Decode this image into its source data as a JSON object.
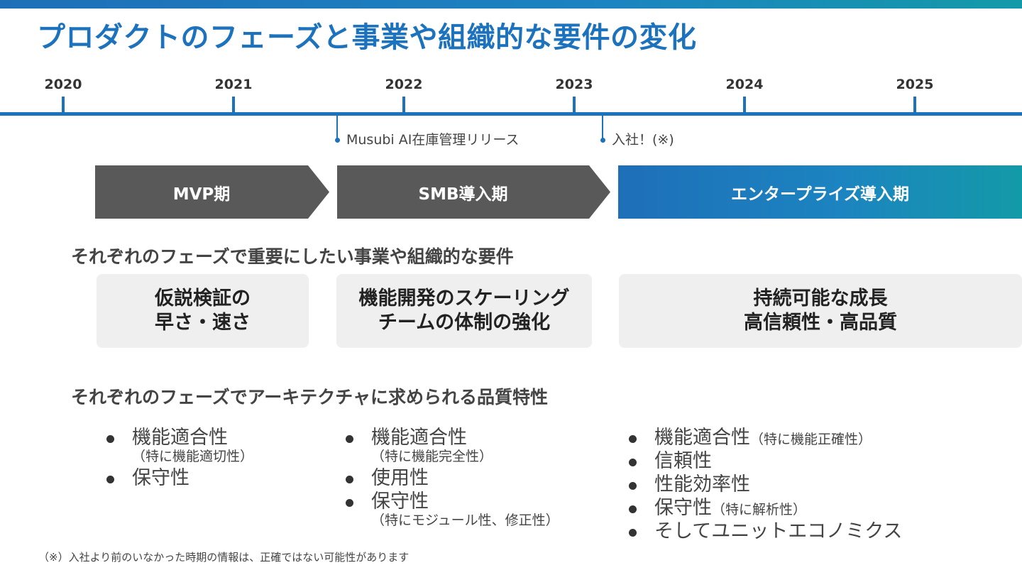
{
  "title": "プロダクトのフェーズと事業や組織的な要件の変化",
  "timeline": {
    "years": [
      "2020",
      "2021",
      "2022",
      "2023",
      "2024",
      "2025"
    ],
    "events": [
      {
        "label": "Musubi AI在庫管理リリース"
      },
      {
        "label": "入社！(※)"
      }
    ]
  },
  "phases": [
    {
      "label": "MVP期"
    },
    {
      "label": "SMB導入期"
    },
    {
      "label": "エンタープライズ導入期"
    }
  ],
  "requirements": {
    "heading": "それぞれのフェーズで重要にしたい事業や組織的な要件",
    "boxes": [
      {
        "line1": "仮説検証の",
        "line2": "早さ・速さ"
      },
      {
        "line1": "機能開発のスケーリング",
        "line2": "チームの体制の強化"
      },
      {
        "line1": "持続可能な成長",
        "line2": "高信頼性・高品質"
      }
    ]
  },
  "quality": {
    "heading": "それぞれのフェーズでアーキテクチャに求められる品質特性",
    "columns": [
      {
        "items": [
          {
            "text": "機能適合性",
            "note": "（特に機能適切性）"
          },
          {
            "text": "保守性",
            "note": ""
          }
        ]
      },
      {
        "items": [
          {
            "text": "機能適合性",
            "note": "（特に機能完全性）"
          },
          {
            "text": "使用性",
            "note": ""
          },
          {
            "text": "保守性",
            "note": "（特にモジュール性、修正性）"
          }
        ]
      },
      {
        "items": [
          {
            "text": "機能適合性",
            "note_inline": "（特に機能正確性）"
          },
          {
            "text": "信頼性",
            "note_inline": ""
          },
          {
            "text": "性能効率性",
            "note_inline": ""
          },
          {
            "text": "保守性",
            "note_inline": "（特に解析性）"
          },
          {
            "text": "そしてユニットエコノミクス",
            "note_inline": ""
          }
        ]
      }
    ]
  },
  "footnote": "（※）入社より前のいなかった時期の情報は、正確ではない可能性があります",
  "colors": {
    "accent": "#1c72bd",
    "teal": "#139aa8",
    "phase_gray": "#595959",
    "box_bg": "#efefef"
  }
}
